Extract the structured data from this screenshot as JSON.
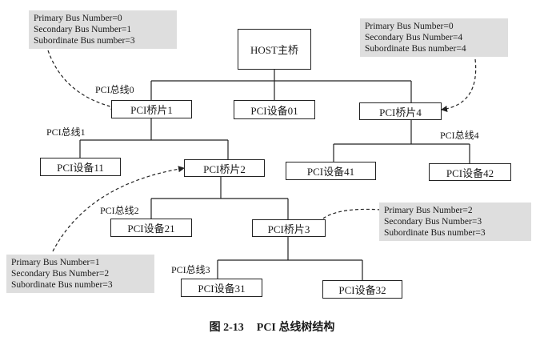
{
  "diagram": {
    "host": "HOST主桥",
    "bridges": {
      "b1": "PCI桥片1",
      "b2": "PCI桥片2",
      "b3": "PCI桥片3",
      "b4": "PCI桥片4"
    },
    "devices": {
      "d01": "PCI设备01",
      "d11": "PCI设备11",
      "d21": "PCI设备21",
      "d31": "PCI设备31",
      "d32": "PCI设备32",
      "d41": "PCI设备41",
      "d42": "PCI设备42"
    },
    "buses": {
      "bus0": "PCI总线0",
      "bus1": "PCI总线1",
      "bus2": "PCI总线2",
      "bus3": "PCI总线3",
      "bus4": "PCI总线4"
    },
    "notes": {
      "n1": [
        "Primary Bus Number=0",
        "Secondary Bus Number=1",
        "Subordinate Bus number=3"
      ],
      "n4": [
        "Primary Bus Number=0",
        "Secondary Bus Number=4",
        "Subordinate Bus number=4"
      ],
      "n3": [
        "Primary Bus Number=2",
        "Secondary Bus Number=3",
        "Subordinate Bus number=3"
      ],
      "n2": [
        "Primary Bus Number=1",
        "Secondary Bus Number=2",
        "Subordinate Bus number=3"
      ]
    }
  },
  "caption": {
    "number": "图 2-13",
    "title": "PCI 总线树结构"
  }
}
